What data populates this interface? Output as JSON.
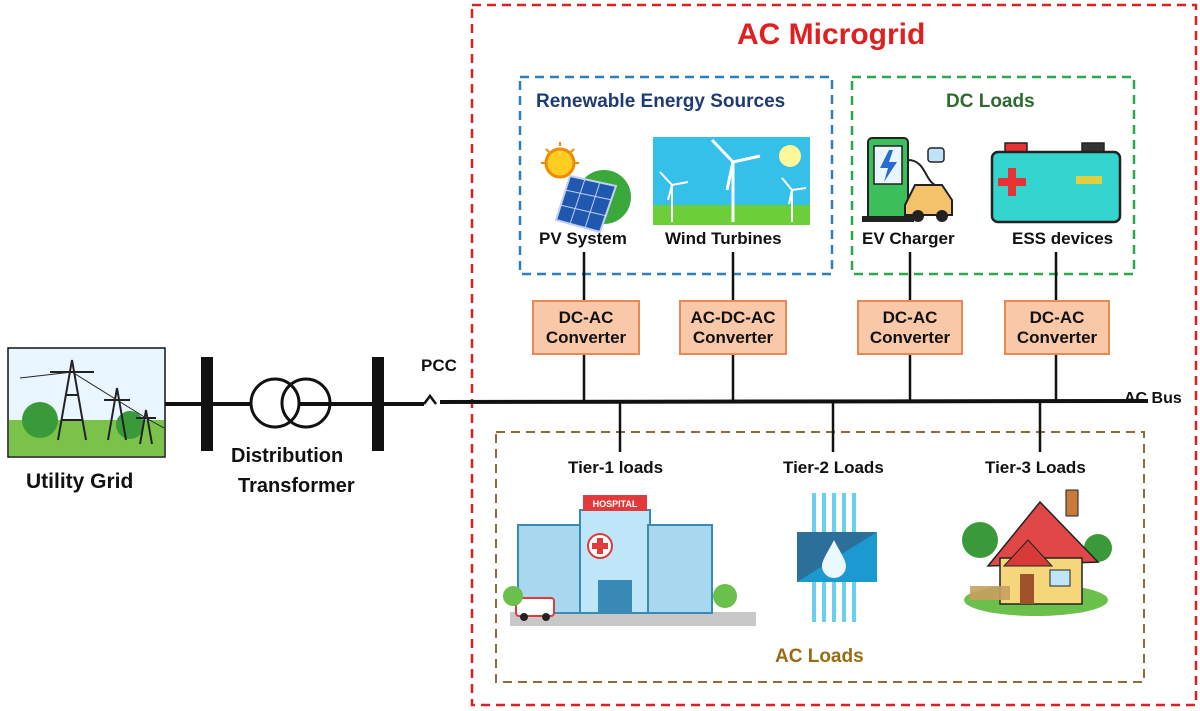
{
  "microgrid": {
    "title": "AC Microgrid",
    "border_color": "#e02020"
  },
  "renewables": {
    "title": "Renewable Energy Sources",
    "title_color": "#1f3b73",
    "border_color": "#2f7fbf"
  },
  "dc_loads": {
    "title": "DC Loads",
    "title_color": "#2e6b2e",
    "border_color": "#2aa84a"
  },
  "ac_loads": {
    "title": "AC Loads",
    "title_color": "#9a6b10",
    "border_color": "#8a6d3b"
  },
  "sources": [
    {
      "label": "PV System",
      "icon": "solar-panel-icon",
      "converter": [
        "DC-AC",
        "Converter"
      ]
    },
    {
      "label": "Wind Turbines",
      "icon": "wind-turbine-icon",
      "converter": [
        "AC-DC-AC",
        "Converter"
      ]
    },
    {
      "label": "EV Charger",
      "icon": "ev-charger-icon",
      "converter": [
        "DC-AC",
        "Converter"
      ]
    },
    {
      "label": "ESS devices",
      "icon": "battery-icon",
      "converter": [
        "DC-AC",
        "Converter"
      ]
    }
  ],
  "loads": [
    {
      "label": "Tier-1 loads",
      "icon": "hospital-icon",
      "sign": "HOSPITAL"
    },
    {
      "label": "Tier-2 Loads",
      "icon": "water-utility-icon"
    },
    {
      "label": "Tier-3 Loads",
      "icon": "house-icon"
    }
  ],
  "grid": {
    "utility_label": "Utility Grid",
    "utility_icon": "power-pylon-icon",
    "transformer_label_line1": "Distribution",
    "transformer_label_line2": "Transformer",
    "pcc_label": "PCC",
    "bus_label": "AC Bus"
  },
  "colors": {
    "converter_fill": "#f8c8a8",
    "converter_border": "#e58a55"
  }
}
